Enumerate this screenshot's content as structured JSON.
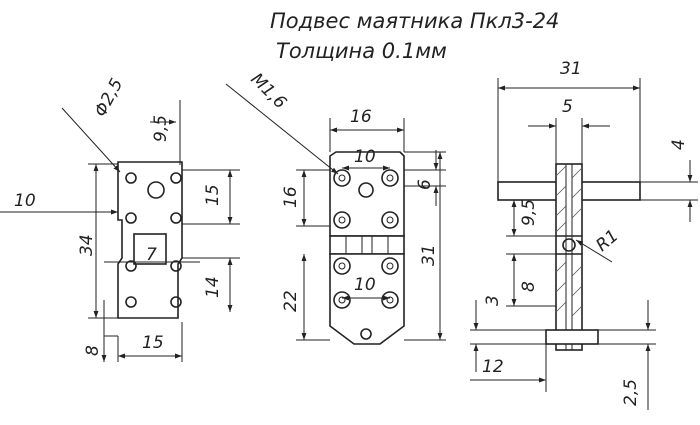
{
  "title": {
    "line1": "Подвес маятника Пкл3-24",
    "line2": "Толщина 0.1мм"
  },
  "colors": {
    "ink": "#222222",
    "paper": "#ffffff"
  },
  "view_left": {
    "dims": {
      "hole_dia": "Φ2,5",
      "d9_5": "9,5",
      "d10": "10",
      "d15_right": "15",
      "d34": "34",
      "d7": "7",
      "d14": "14",
      "d8": "8",
      "d15_bottom": "15"
    }
  },
  "view_middle": {
    "dims": {
      "thread": "M1,6",
      "d16_top": "16",
      "d10_top": "10",
      "d6": "6",
      "d16_left": "16",
      "d31": "31",
      "d22": "22",
      "d10_mid": "10"
    }
  },
  "view_right": {
    "dims": {
      "d31": "31",
      "d5": "5",
      "d4": "4",
      "d9_5": "9,5",
      "radius": "R1",
      "d8": "8",
      "d3": "3",
      "d12": "12",
      "d2_5": "2,5"
    }
  }
}
